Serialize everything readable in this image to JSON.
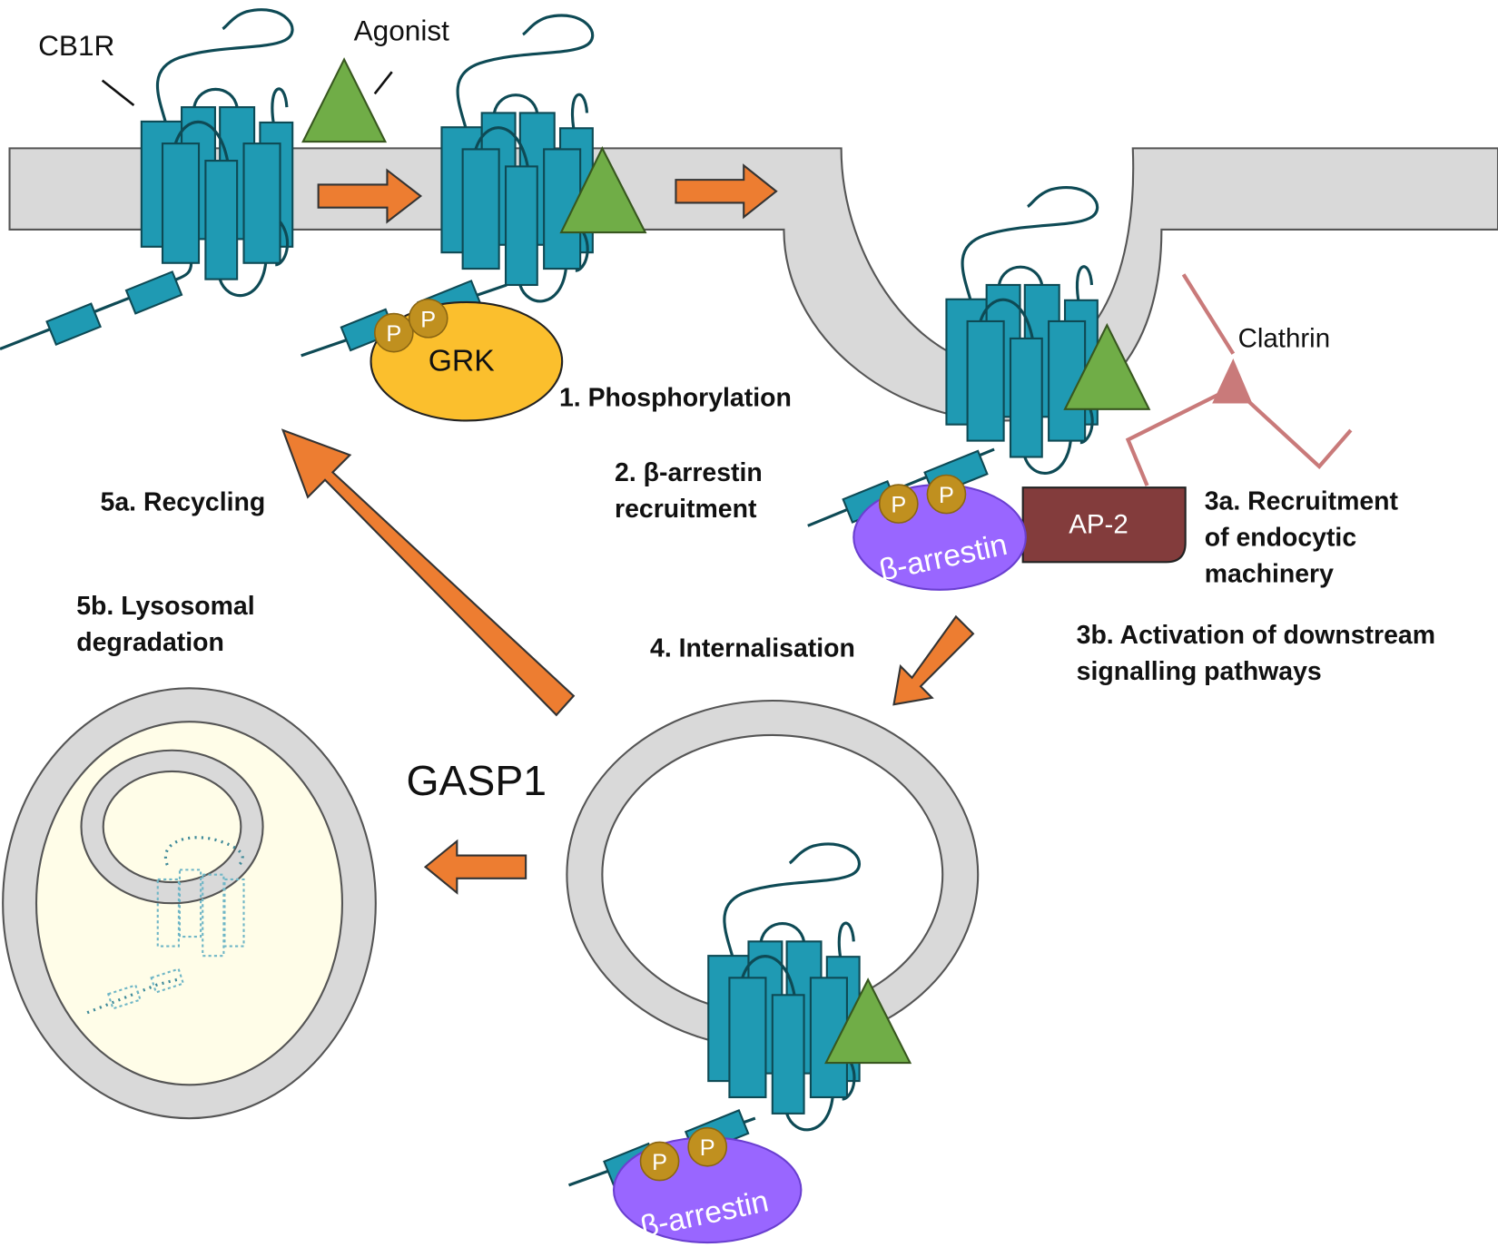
{
  "labels": {
    "receptor": "CB1R",
    "agonist": "Agonist",
    "clathrin": "Clathrin",
    "grk": "GRK",
    "ap2": "AP-2",
    "arrestin": "β-arrestin",
    "phospho": "P",
    "gasp1": "GASP1"
  },
  "steps": {
    "s1": "1.  Phosphorylation",
    "s2_line1": "2. β-arrestin",
    "s2_line2": "recruitment",
    "s3a_line1": "3a. Recruitment",
    "s3a_line2": "of endocytic",
    "s3a_line3": "machinery",
    "s3b_line1": "3b. Activation of downstream",
    "s3b_line2": "signalling pathways",
    "s4": "4. Internalisation",
    "s5a": "5a. Recycling",
    "s5b_line1": "5b. Lysosomal",
    "s5b_line2": "degradation"
  },
  "colors": {
    "receptor": "#1f9ab3",
    "agonist": "#70ad47",
    "arrow": "#ed7d31",
    "grk": "#fbbf2d",
    "arrestin": "#9966ff",
    "ap2": "#833c3c",
    "clathrin": "#c97a7a",
    "membrane": "#d9d9d9",
    "lysosome_lumen": "#fffde8"
  }
}
